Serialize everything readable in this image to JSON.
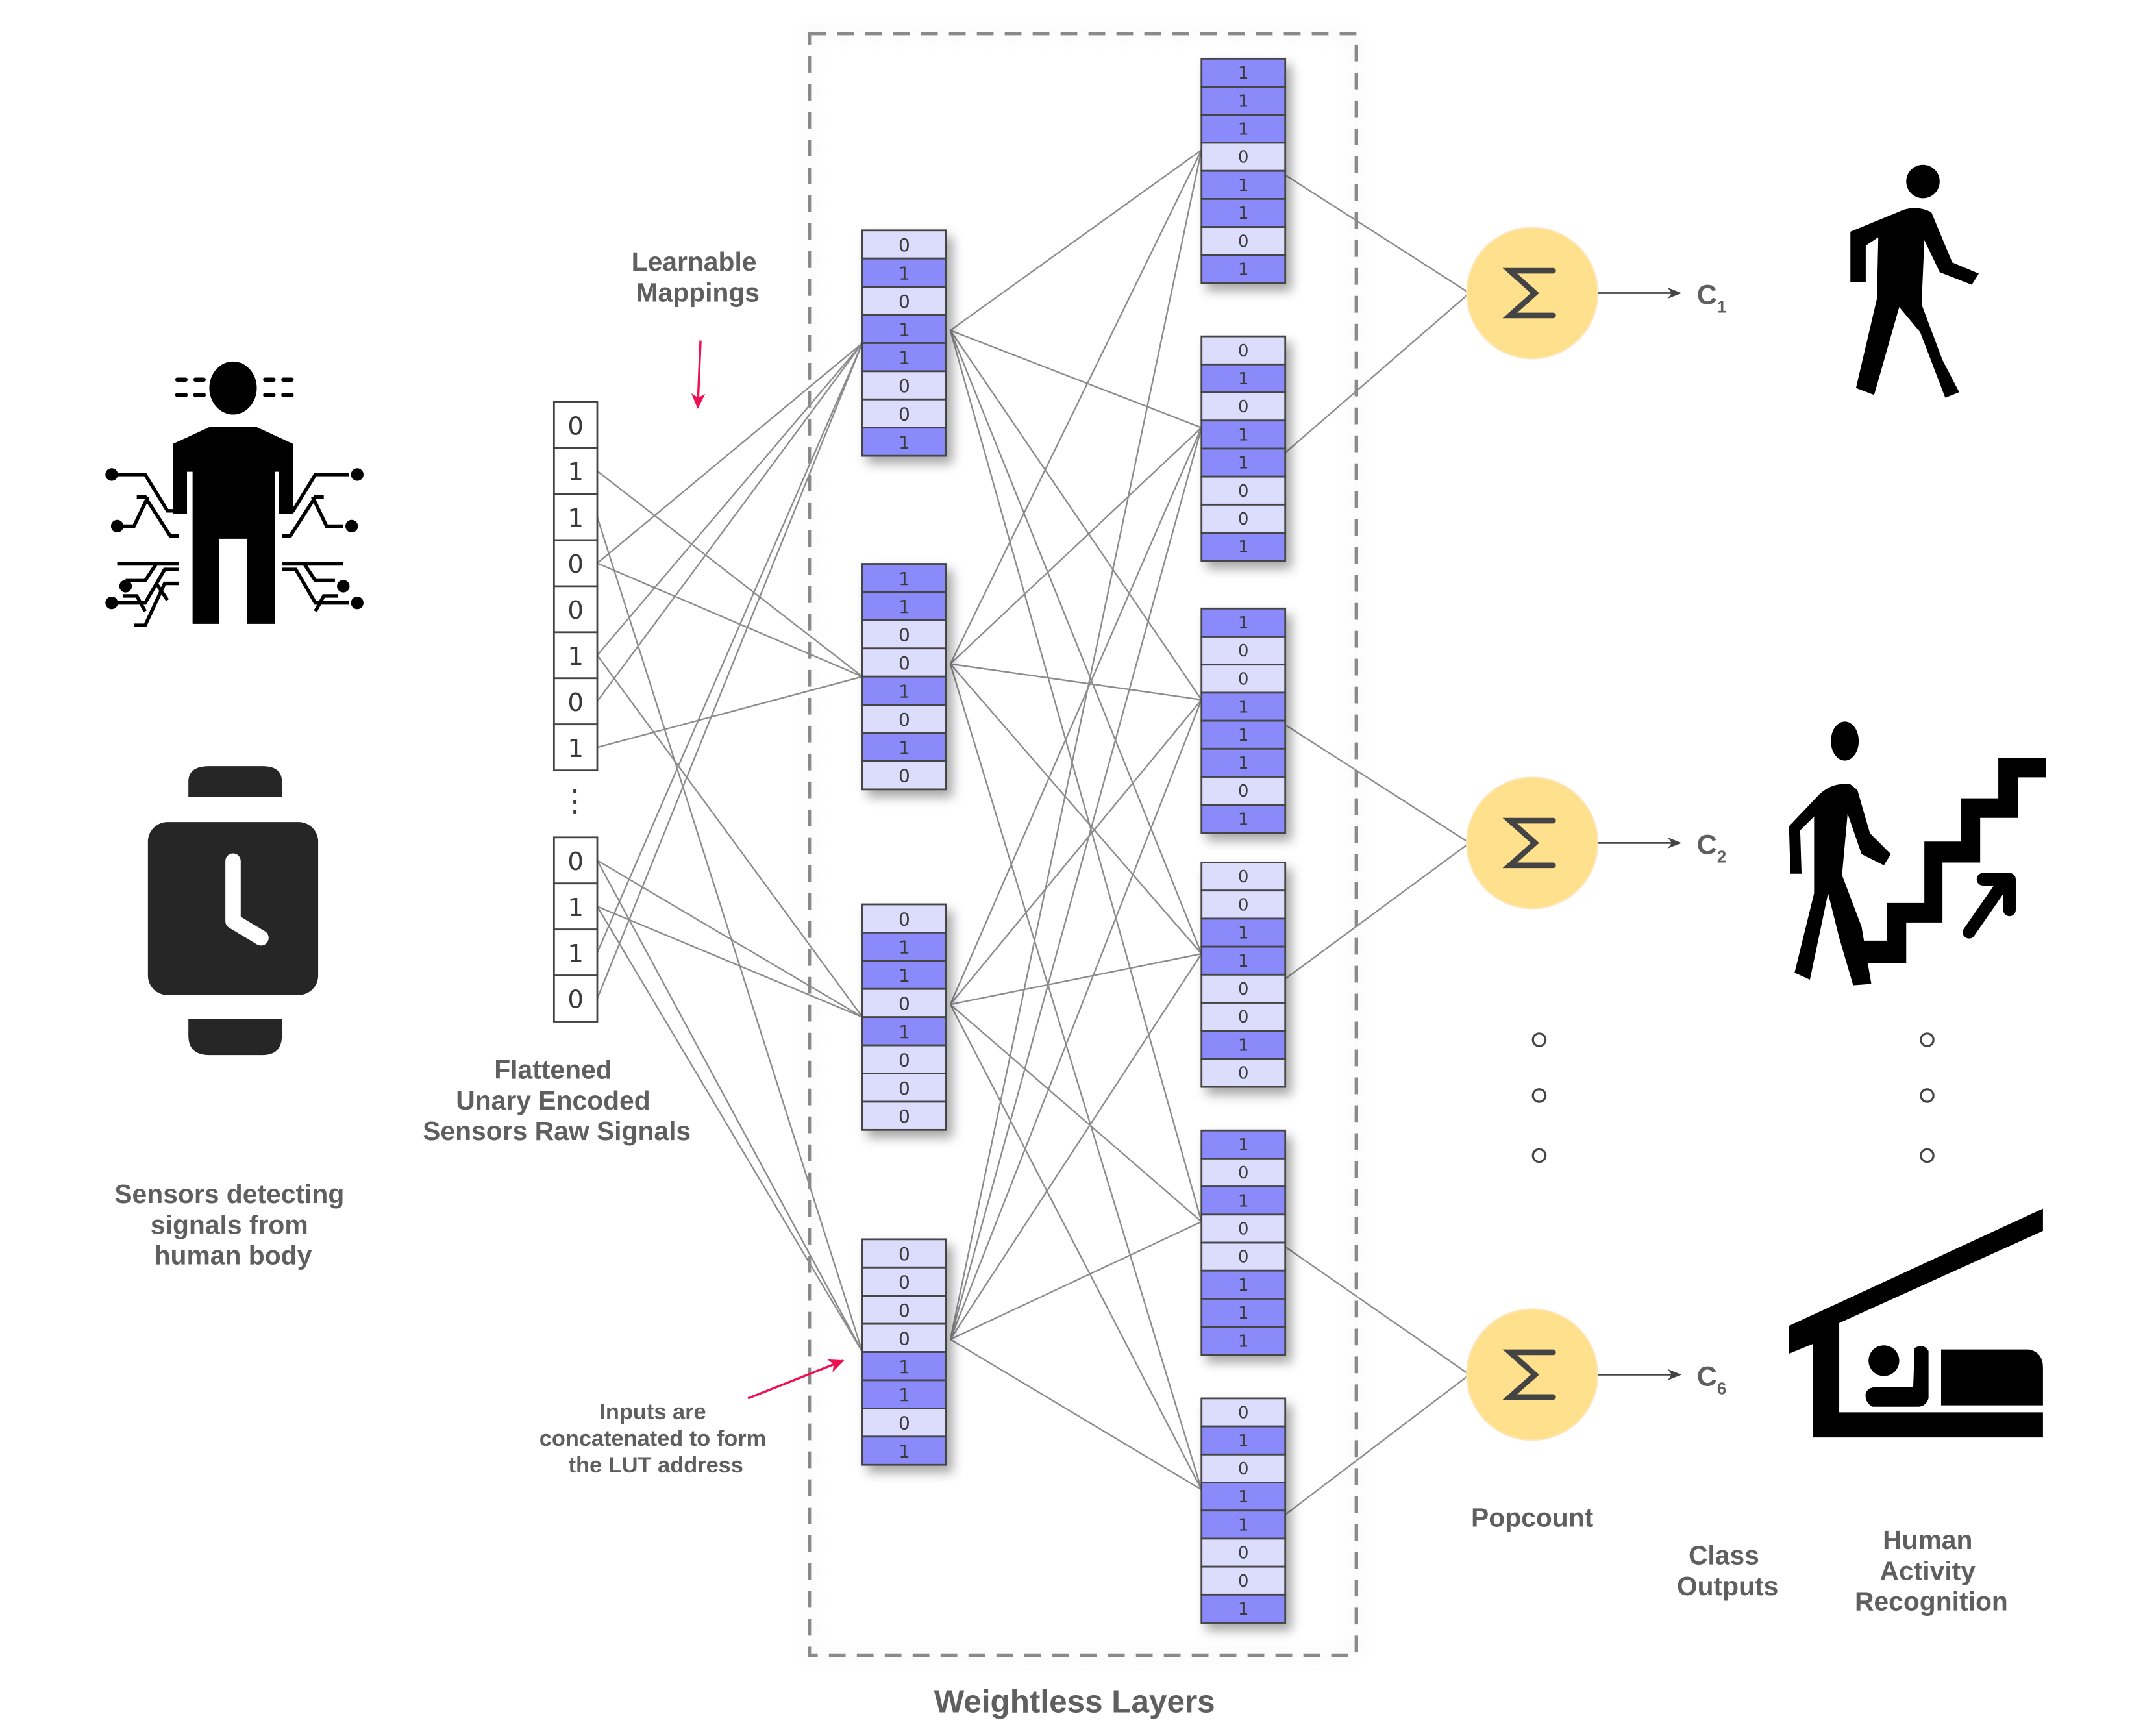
{
  "labels": {
    "sensors_caption": [
      "Sensors detecting",
      "signals from",
      "human body"
    ],
    "input_caption": [
      "Flattened",
      "Unary Encoded",
      "Sensors Raw Signals"
    ],
    "learnable_mappings": [
      "Learnable",
      "Mappings"
    ],
    "concat_note": [
      "Inputs are",
      "concatenated to form",
      "the LUT address"
    ],
    "weightless_layers": "Weightless Layers",
    "popcount": "Popcount",
    "class_outputs": [
      "Class",
      "Outputs"
    ],
    "har": [
      "Human",
      "Activity",
      "Recognition"
    ],
    "sigma_symbol": "Σ"
  },
  "icons": {
    "body_sensor": "human-body-sensor-icon",
    "watch": "smartwatch-icon",
    "walking": "walking-person-icon",
    "stairs": "climbing-stairs-icon",
    "sleeping": "sleeping-person-icon"
  },
  "colors": {
    "bit_one": "#8a8afa",
    "bit_zero": "#dcdcfc",
    "popcount_fill": "#ffe08c",
    "annotation_arrow": "#ee1050",
    "text": "#5f5f5f",
    "connection": "#8c8c8c"
  },
  "inputs": {
    "group_a": [
      0,
      1,
      1,
      0,
      0,
      1,
      0,
      1
    ],
    "ellipsis": "⋮",
    "group_b": [
      0,
      1,
      1,
      0
    ]
  },
  "layer1_luts": [
    [
      0,
      1,
      0,
      1,
      1,
      0,
      0,
      1
    ],
    [
      1,
      1,
      0,
      0,
      1,
      0,
      1,
      0
    ],
    [
      0,
      1,
      1,
      0,
      1,
      0,
      0,
      0
    ],
    [
      0,
      0,
      0,
      0,
      1,
      1,
      0,
      1
    ]
  ],
  "layer2_luts": [
    [
      1,
      1,
      1,
      0,
      1,
      1,
      0,
      1
    ],
    [
      0,
      1,
      0,
      1,
      1,
      0,
      0,
      1
    ],
    [
      1,
      0,
      0,
      1,
      1,
      1,
      0,
      1
    ],
    [
      0,
      0,
      1,
      1,
      0,
      0,
      1,
      0
    ],
    [
      1,
      0,
      1,
      0,
      0,
      1,
      1,
      1
    ],
    [
      0,
      1,
      0,
      1,
      1,
      0,
      0,
      1
    ]
  ],
  "classes": [
    {
      "name": "C",
      "sub": "1",
      "activity": "walking"
    },
    {
      "name": "C",
      "sub": "2",
      "activity": "climbing stairs"
    },
    {
      "name": "C",
      "sub": "6",
      "activity": "sleeping"
    }
  ],
  "connections": {
    "input_to_l1": [
      [
        1,
        1
      ],
      [
        2,
        3
      ],
      [
        3,
        0
      ],
      [
        3,
        1
      ],
      [
        5,
        0
      ],
      [
        5,
        2
      ],
      [
        6,
        0
      ],
      [
        7,
        1
      ],
      [
        8,
        2
      ],
      [
        8,
        3
      ],
      [
        9,
        2
      ],
      [
        9,
        3
      ],
      [
        10,
        0
      ],
      [
        11,
        0
      ]
    ],
    "l1_to_l2": [
      [
        0,
        0
      ],
      [
        0,
        1
      ],
      [
        0,
        2
      ],
      [
        0,
        3
      ],
      [
        0,
        4
      ],
      [
        1,
        0
      ],
      [
        1,
        1
      ],
      [
        1,
        2
      ],
      [
        1,
        3
      ],
      [
        1,
        5
      ],
      [
        2,
        2
      ],
      [
        2,
        3
      ],
      [
        2,
        4
      ],
      [
        2,
        5
      ],
      [
        2,
        1
      ],
      [
        3,
        0
      ],
      [
        3,
        1
      ],
      [
        3,
        2
      ],
      [
        3,
        3
      ],
      [
        3,
        4
      ],
      [
        3,
        5
      ]
    ],
    "l2_to_popcount": [
      [
        0,
        0
      ],
      [
        1,
        0
      ],
      [
        2,
        1
      ],
      [
        3,
        1
      ],
      [
        4,
        2
      ],
      [
        5,
        2
      ]
    ]
  }
}
